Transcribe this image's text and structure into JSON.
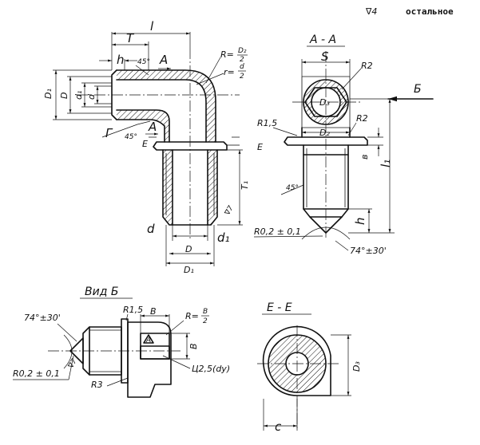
{
  "header": {
    "roughness_symbol": "∇4",
    "roughness_note": "остальное"
  },
  "views": {
    "section_aa": {
      "title": "А - А"
    },
    "view_b": {
      "title": "Вид Б"
    },
    "section_ee": {
      "title": "Е - Е"
    }
  },
  "main_view": {
    "l": "l",
    "T": "T",
    "h": "h",
    "angle_45": "45°",
    "A": "A",
    "R_label": "R=",
    "R_frac_num": "D₂",
    "R_frac_den": "2",
    "r_label": "r=",
    "r_frac_num": "d",
    "r_frac_den": "2",
    "D1": "D₁",
    "D": "D",
    "d1": "d₁",
    "d": "d",
    "G": "Г",
    "angle_45_b": "45°",
    "E": "E",
    "A_low": "A",
    "T1": "T₁",
    "roughness": "∇7",
    "bottom_d": "d",
    "bottom_d1": "d₁",
    "bottom_D": "D",
    "bottom_D1": "D₁"
  },
  "section_aa": {
    "S": "S",
    "R2": "R2",
    "D3": "D₃",
    "B_arrow": "Б",
    "R15": "R1,5",
    "D2": "D₂",
    "R2b": "R2",
    "b": "в",
    "l1": "l₁",
    "angle_45": "45°",
    "h": "h",
    "R02": "R0,2 ± 0,1",
    "angle_74": "74°±30'"
  },
  "view_b": {
    "angle_74": "74°±30'",
    "R15": "R1,5",
    "B": "B",
    "R_label": "R=",
    "R_frac_num": "B",
    "R_frac_den": "2",
    "B_side": "B",
    "triangle_mark": "A",
    "engraving": "Ц2,5(dу)",
    "R02": "R0,2 ± 0,1",
    "R3": "R3",
    "roughness": "∇7"
  },
  "section_ee": {
    "D3": "D₃",
    "c": "c"
  }
}
